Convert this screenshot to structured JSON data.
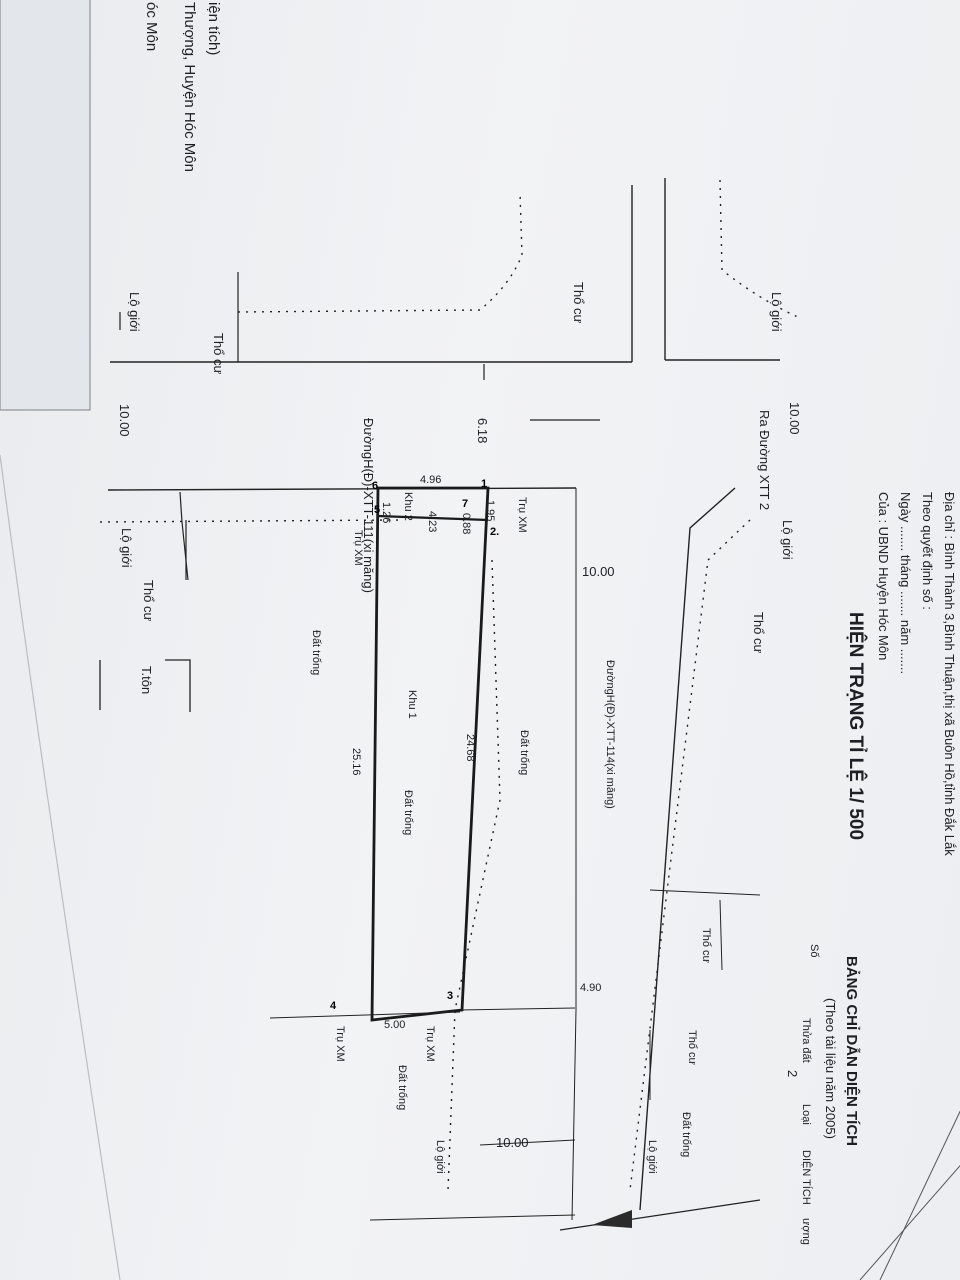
{
  "header": {
    "address": "Địa chỉ :  Bình Thành 3,Bình Thuận,thị xã Buôn Hồ,tỉnh Đắk Lắk",
    "decision": "Theo quyết định số :",
    "date": "Ngày ....... tháng ....... năm .......",
    "issuer": "Của : UBND Huyện Hóc Môn",
    "title": "HIỆN TRẠNG TỈ LỆ 1/ 500"
  },
  "side_panel": {
    "fragment_1": "iện tích)",
    "fragment_2": "Thượng, Huyện Hóc Môn",
    "fragment_3": "óc Môn"
  },
  "index_table": {
    "title": "BẢNG CHỈ DẪN DIỆN TÍCH",
    "subtitle": "(Theo tài liệu năm 2005)",
    "cell_1": "Thửa đất",
    "cell_2": "2",
    "cell_3": "Loại",
    "cell_4": "DIỆN TÍCH",
    "cell_5": "Số",
    "cell_6": "ượng"
  },
  "map": {
    "road_top": "ĐườngH(Đ)-XTT-111(xi măng)",
    "road_right": "ĐườngH(Đ)-XTT-114(xi măng)",
    "road_exit": "Ra Đường XTT 2",
    "lo_gioi": "Lộ giới",
    "tho_cu": "Thổ cư",
    "dat_trong": "Đất trống",
    "tru_xm": "Trụ XM",
    "t_ton": "T.tôn",
    "khu_1": "Khu 1",
    "khu_2": "Khu 2",
    "width_10": "10.00",
    "dim_618": "6.18",
    "dim_496": "4.96",
    "dim_195": "1.95",
    "dim_088": "0.88",
    "dim_423": "4.23",
    "dim_126": "1.26",
    "dim_2468": "24.68",
    "dim_2516": "25.16",
    "dim_500": "5.00",
    "dim_490": "4.90",
    "pt_1": "1",
    "pt_2": "2.",
    "pt_3": "3",
    "pt_4": "4",
    "pt_5": "5",
    "pt_6": "6",
    "pt_7": "7"
  }
}
